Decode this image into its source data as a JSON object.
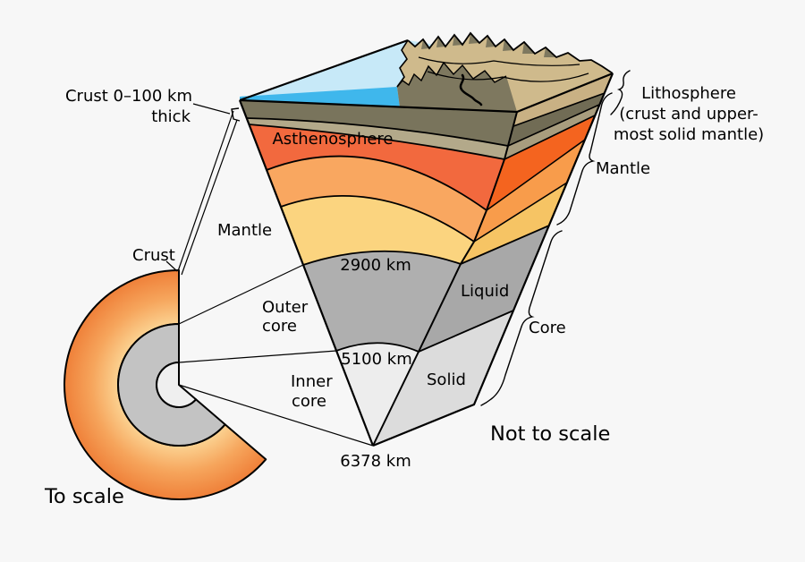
{
  "labels": {
    "crust_callout_line1": "Crust 0–100 km",
    "crust_callout_line2": "thick",
    "asthenosphere": "Asthenosphere",
    "lithosphere_line1": "Lithosphere",
    "lithosphere_line2": "(crust and upper-",
    "lithosphere_line3": "most solid mantle)",
    "mantle_right": "Mantle",
    "mantle_left": "Mantle",
    "crust_left": "Crust",
    "depth_2900": "2900 km",
    "outer_core_line1": "Outer",
    "outer_core_line2": "core",
    "depth_5100": "5100 km",
    "inner_core_line1": "Inner",
    "inner_core_line2": "core",
    "liquid": "Liquid",
    "solid": "Solid",
    "core_right": "Core",
    "depth_6378": "6378 km",
    "not_to_scale": "Not to scale",
    "to_scale": "To scale"
  },
  "colors": {
    "background": "#f7f7f7",
    "outline": "#000000",
    "top": {
      "ocean": "#c7e9f8",
      "deep_water": "#3fb7ec",
      "land": "#cfba8c",
      "mountain_shadow": "#7e785f",
      "river": "#8ad2f2"
    },
    "left_face": {
      "crust_olive": "#79745c",
      "lithosphere_tan": "#b3a98a",
      "asthenosphere": "#f2693e",
      "upper_mantle": "#f9a760",
      "lower_mantle": "#fbd47f",
      "outer_core": "#afafaf",
      "inner_core": "#ededed"
    },
    "right_face": {
      "land_edge": "#c9b184",
      "crust_olive": "#716c55",
      "lithosphere_tan": "#a89d7e",
      "asthenosphere": "#f4641f",
      "upper_mantle": "#f89c4b",
      "lower_mantle": "#f6c464",
      "outer_core_liquid": "#a8a8a8",
      "inner_core_solid": "#dcdcdc"
    },
    "scale_model": {
      "mantle_outer": "#ef8039",
      "mantle_mid": "#f6a55c",
      "mantle_inner": "#fcd898",
      "outer_core": "#c3c3c3",
      "inner_core": "#efefef"
    }
  }
}
